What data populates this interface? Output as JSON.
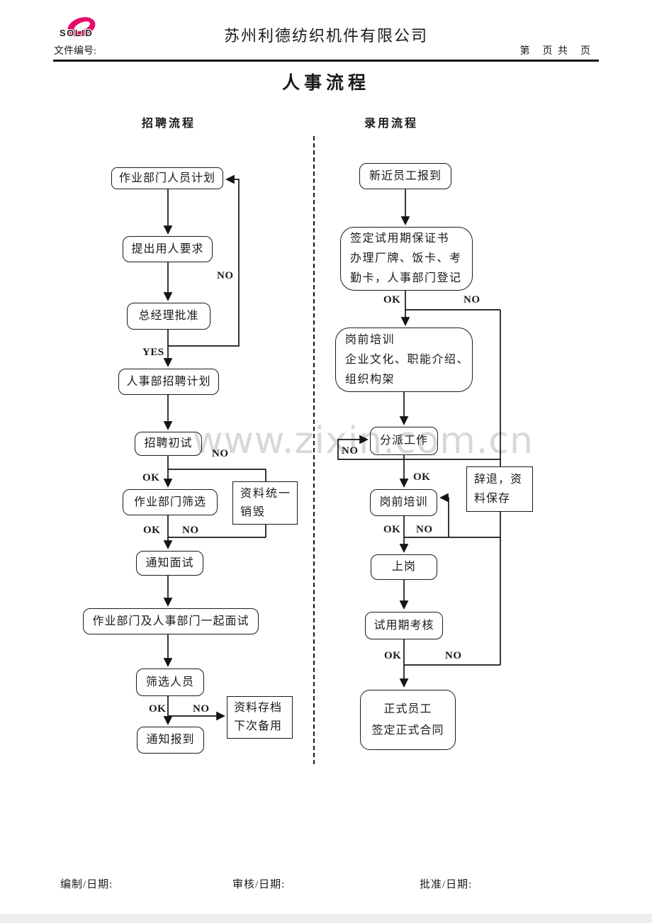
{
  "header": {
    "logo_text": "SOLID",
    "company_name": "苏州利德纺织机件有限公司",
    "doc_number_label": "文件编号:",
    "page_counter": "第　页 共　页",
    "title": "人事流程"
  },
  "watermark": "www.zixin.com.cn",
  "labels": {
    "ok": "OK",
    "no": "NO",
    "yes": "YES"
  },
  "left_flow": {
    "heading": "招聘流程",
    "nodes": [
      {
        "text": "作业部门人员计划"
      },
      {
        "text": "提出用人要求"
      },
      {
        "text": "总经理批准"
      },
      {
        "text": "人事部招聘计划"
      },
      {
        "text": "招聘初试"
      },
      {
        "text": "作业部门筛选"
      },
      {
        "lines": [
          "资料统一",
          "销毁"
        ]
      },
      {
        "text": "通知面试"
      },
      {
        "text": "作业部门及人事部门一起面试"
      },
      {
        "text": "筛选人员"
      },
      {
        "lines": [
          "资料存档",
          "下次备用"
        ]
      },
      {
        "text": "通知报到"
      }
    ]
  },
  "right_flow": {
    "heading": "录用流程",
    "nodes": [
      {
        "text": "新近员工报到"
      },
      {
        "lines": [
          "签定试用期保证书",
          "办理厂牌、饭卡、考",
          "勤卡，人事部门登记"
        ]
      },
      {
        "lines": [
          "岗前培训",
          "企业文化、职能介绍、",
          "组织构架"
        ]
      },
      {
        "text": "分派工作"
      },
      {
        "text": "岗前培训"
      },
      {
        "lines": [
          "辞退，资",
          "料保存"
        ]
      },
      {
        "text": "上岗"
      },
      {
        "text": "试用期考核"
      },
      {
        "lines": [
          "正式员工",
          "签定正式合同"
        ]
      }
    ]
  },
  "footer": {
    "prepared_label": "编制/日期:",
    "reviewed_label": "审核/日期:",
    "approved_label": "批准/日期:"
  },
  "colors": {
    "logo_pink": "#e60a68",
    "watermark_gray": "#d8d8d8"
  }
}
